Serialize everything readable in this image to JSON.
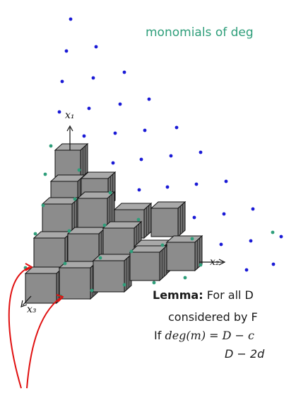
{
  "heading": "monomials of deg",
  "axes": {
    "x1": "x₁",
    "x2": "x₂",
    "x3": "x₃"
  },
  "lemma": {
    "label": "Lemma:",
    "line1": "For all D",
    "line2": "considered by F",
    "line3_prefix": "If",
    "line3_math": "deg(m) = D − c",
    "line4": "D − 2d"
  },
  "colors": {
    "blue_dot": "#1a1ad6",
    "teal_dot": "#2e9e7a",
    "heading": "#2e9e7a",
    "cube_front": "#8c8c8c",
    "cube_side": "#6e6e6e",
    "cube_top": "#a9a9a9",
    "arrow": "#e01010"
  }
}
